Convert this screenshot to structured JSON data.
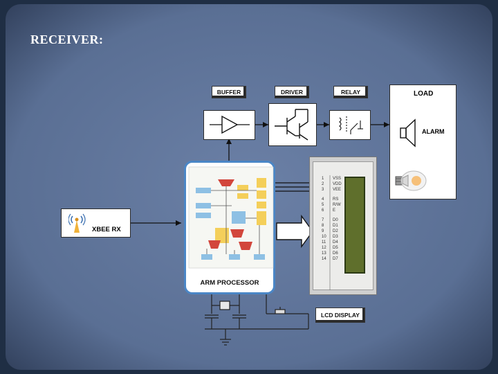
{
  "slide": {
    "title": "RECEIVER:"
  },
  "blocks": {
    "buffer": "BUFFER",
    "driver": "DRIVER",
    "relay": "RELAY",
    "load": "LOAD",
    "alarm": "ALARM",
    "xbee": "XBEE RX",
    "arm": "ARM PROCESSOR",
    "lcd": "LCD DISPLAY"
  },
  "lcd_pins": {
    "numbers": [
      "1",
      "2",
      "3",
      "4",
      "5",
      "6",
      "7",
      "8",
      "9",
      "10",
      "11",
      "12",
      "13",
      "14"
    ],
    "names": [
      "VSS",
      "VDD",
      "VEE",
      "RS",
      "R/W",
      "E",
      "D0",
      "D1",
      "D2",
      "D3",
      "D4",
      "D5",
      "D6",
      "D7"
    ]
  },
  "colors": {
    "background": "#5a6f94",
    "vignette": "#1f2e44",
    "lcd_screen": "#5f6f2c",
    "arm_border": "#4a86c6"
  }
}
